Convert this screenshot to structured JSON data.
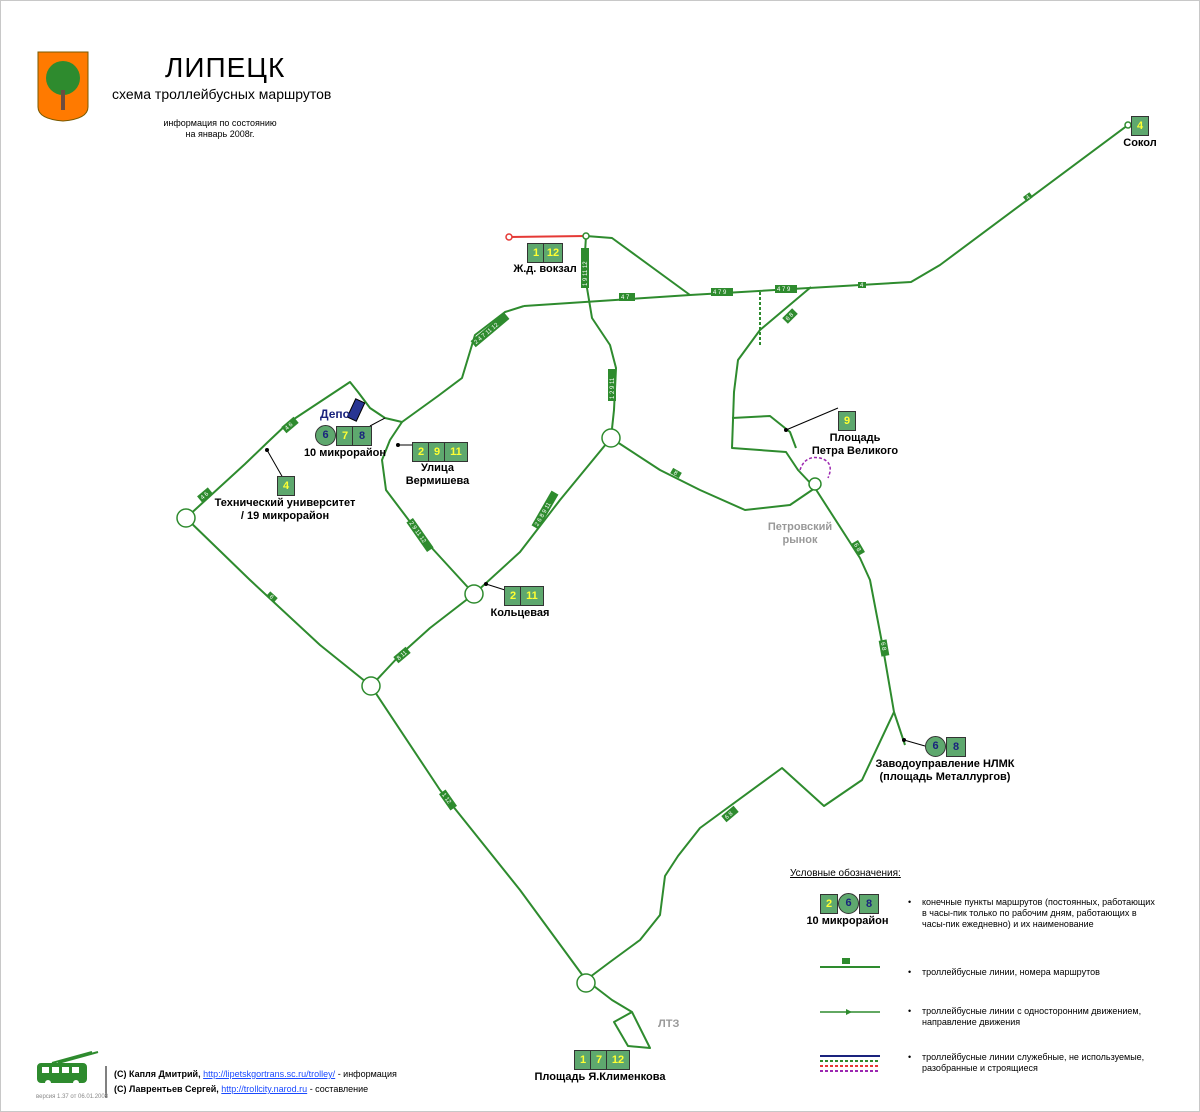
{
  "header": {
    "city": "ЛИПЕЦК",
    "subtitle": "схема троллейбусных маршрутов",
    "info_line1": "информация по состоянию",
    "info_line2": "на январь 2008г."
  },
  "colors": {
    "line": "#2e8b2e",
    "route_box": "#5ea86e",
    "route_number": "#ffff33",
    "route_number_peak": "#1a237e",
    "unused_line": "#e53935",
    "depot": "#1a237e",
    "grey_label": "#999999"
  },
  "terminals": {
    "sokol": {
      "name": "Сокол",
      "routes": [
        "4"
      ]
    },
    "zhd_vokzal": {
      "name": "Ж.д. вокзал",
      "routes": [
        "1",
        "12"
      ]
    },
    "petra_velikogo": {
      "name_line1": "Площадь",
      "name_line2": "Петра Великого",
      "routes": [
        "9"
      ]
    },
    "mikrorayon10": {
      "name": "10 микрорайон",
      "routes_circle": [
        "6"
      ],
      "routes": [
        "7",
        "8"
      ]
    },
    "vermisheva": {
      "name_line1": "Улица",
      "name_line2": "Вермишева",
      "routes": [
        "2",
        "9",
        "11"
      ]
    },
    "tech_univ": {
      "name_line1": "Технический университет",
      "name_line2": "/ 19 микрорайон",
      "routes": [
        "4"
      ]
    },
    "koltsevaya": {
      "name": "Кольцевая",
      "routes": [
        "2",
        "11"
      ]
    },
    "nlmk": {
      "name_line1": "Заводоуправление НЛМК",
      "name_line2": "(площадь Металлургов)",
      "routes_circle": [
        "6"
      ],
      "routes": [
        "8"
      ]
    },
    "klimenkova": {
      "name": "Площадь Я.Клименкова",
      "routes": [
        "1",
        "7",
        "12"
      ]
    }
  },
  "landmarks": {
    "depo": "Депо",
    "market_line1": "Петровский",
    "market_line2": "рынок",
    "ltz": "ЛТЗ"
  },
  "segment_tags": [
    "4",
    "1 9 11 12",
    "4 7",
    "4 7 9",
    "4 7 9",
    "4",
    "2 4 7 11 12",
    "1 2 9 11",
    "4 6",
    "6 8",
    "2 6 8 9 11",
    "2 9 11 12",
    "4 6",
    "8 11",
    "1 12",
    "6 8",
    "6 8",
    "6",
    "6 8",
    "8"
  ],
  "legend": {
    "title": "Условные обозначения:",
    "example_routes": [
      "2",
      "6",
      "8"
    ],
    "example_name": "10 микрорайон",
    "item1": "конечные пункты маршрутов (постоянных, работающих в часы-пик только по рабочим дням, работающих в часы-пик ежедневно) и их наименование",
    "item2": "троллейбусные линии, номера маршрутов",
    "item3": "троллейбусные линии с односторонним движением, направление движения",
    "item4": "троллейбусные линии служебные, не используемые, разобранные и строящиеся"
  },
  "credits": {
    "line1_author": "(C) Капля Дмитрий,",
    "line1_link": "http://lipetskgortrans.sc.ru/trolley/",
    "line1_suffix": "- информация",
    "line2_author": "(C) Лаврентьев Сергей,",
    "line2_link": "http://trollcity.narod.ru",
    "line2_suffix": "- составление",
    "version": "версия 1.37 от 06.01.2008"
  }
}
